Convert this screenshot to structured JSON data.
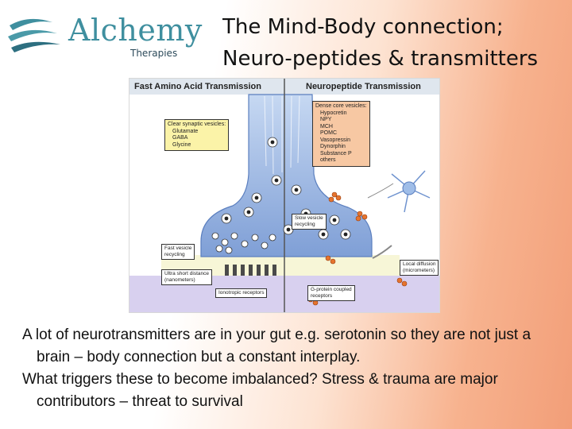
{
  "logo": {
    "word": "Alchemy",
    "subtitle": "Therapies"
  },
  "title": {
    "line1": "The Mind-Body connection;",
    "line2": "Neuro-peptides & transmitters"
  },
  "figure": {
    "left_heading": "Fast Amino Acid Transmission",
    "right_heading": "Neuropeptide Transmission",
    "clear_vesicles": {
      "title": "Clear synaptic vesicles:",
      "items": [
        "Glutamate",
        "GABA",
        "Glycine"
      ]
    },
    "dense_vesicles": {
      "title": "Dense core vesicles:",
      "items": [
        "Hypocretin",
        "NPY",
        "MCH",
        "POMC",
        "Vasopressin",
        "Dynorphin",
        "Substance P",
        "others"
      ]
    },
    "labels": {
      "slow_recycling": [
        "Slow vesicle",
        "recycling"
      ],
      "fast_recycling": [
        "Fast vesicle",
        "recycling"
      ],
      "ultra_short": [
        "Ultra short distance",
        "(nanometers)"
      ],
      "local_diffusion": [
        "Local diffusion",
        "(micrometers)"
      ],
      "ionotropic": "Ionotropic receptors",
      "gprotein": [
        "G-protein coupled",
        "receptors"
      ]
    },
    "colors": {
      "neuron": "#9fbde8",
      "neuron_dark": "#6f93cf",
      "dense_box": "#f7c8a3",
      "clear_box": "#fbf3a8",
      "receptor_band": "#cfc6ea"
    }
  },
  "body": {
    "para1": "A lot of neurotransmitters are in your gut e.g. serotonin so they are not just a brain – body connection but a constant interplay.",
    "para2": "What triggers these to become imbalanced? Stress & trauma are major contributors – threat to survival"
  }
}
